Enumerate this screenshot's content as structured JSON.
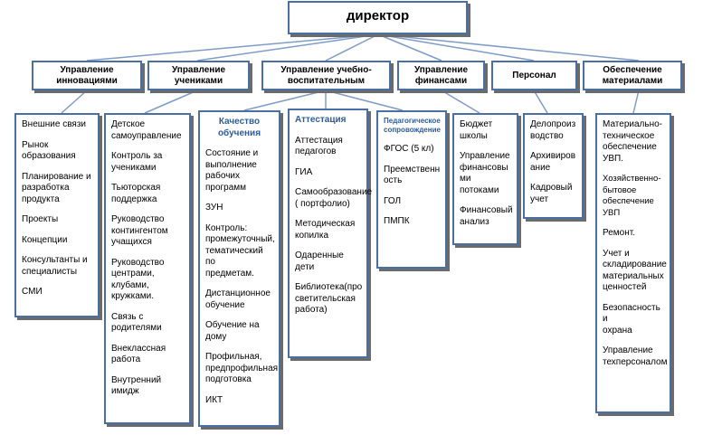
{
  "director": "директор",
  "departments": [
    {
      "label": "Управление\nинновациями"
    },
    {
      "label": "Управление\nучениками"
    },
    {
      "label": "Управление учебно-\nвоспитательным"
    },
    {
      "label": "Управление\nфинансами"
    },
    {
      "label": "Персонал"
    },
    {
      "label": "Обеспечение\nматериалами"
    }
  ],
  "sub_boxes": {
    "innovations": [
      "Внешние  связи",
      "Рынок\nобразования",
      "Планирование  и\nразработка\nпродукта",
      "Проекты",
      "Концепции",
      "Консультанты  и\nспециалисты",
      "СМИ"
    ],
    "students": [
      "Детское\nсамоуправление",
      "Контроль  за\nучениками",
      "Тьюторская\nподдержка",
      "Руководство\nконтингентом\nучащихся",
      "Руководство\nцентрами,\nклубами,\nкружками.",
      "Связь  с\nродителями",
      "Внеклассная\nработа",
      "Внутренний\nимидж"
    ],
    "quality_title": "Качество\nобучения",
    "quality": [
      "Состояние  и\nвыполнение\nрабочих\nпрограмм",
      "ЗУН",
      "Контроль:\nпромежуточный,\nтематический  по\nпредметам.",
      "Дистанционное\nобучение",
      "Обучение на\nдому",
      "Профильная,\nпредпрофильная\nподготовка",
      "ИКТ"
    ],
    "attestation_title": "Аттестация",
    "attestation": [
      "Аттестация\nпедагогов",
      "ГИА",
      "Самообразование\n( портфолио)",
      "Методическая\nкопилка",
      "Одаренные\nдети",
      "Библиотека(про\nсветительская\nработа)"
    ],
    "pedagogical_title": "Педагогическое\nсопровождение",
    "pedagogical": [
      "ФГОС (5 кл)",
      "Преемственн\nость",
      "ГОЛ",
      "ПМПК"
    ],
    "finance": [
      "Бюджет\nшколы",
      "Управление\nфинансовы\nми\nпотоками",
      "Финансовый\nанализ"
    ],
    "personnel": [
      "Делопроиз\nводство",
      "Архивиров\nание",
      "Кадровый\nучет"
    ],
    "materials": [
      "Материально-\nтехническое\nобеспечение\nУВП.",
      "Хозяйственно-\nбытовое обеспечение\nУВП",
      "Ремонт.",
      "Учет  и\nскладирование\nматериальных\nценностей",
      "Безопасность  и\nохрана",
      "Управление\nтехперсоналом"
    ]
  },
  "colors": {
    "border": "#4a6fa5",
    "line": "#7f9cc8",
    "title_blue": "#2e5c9a"
  }
}
